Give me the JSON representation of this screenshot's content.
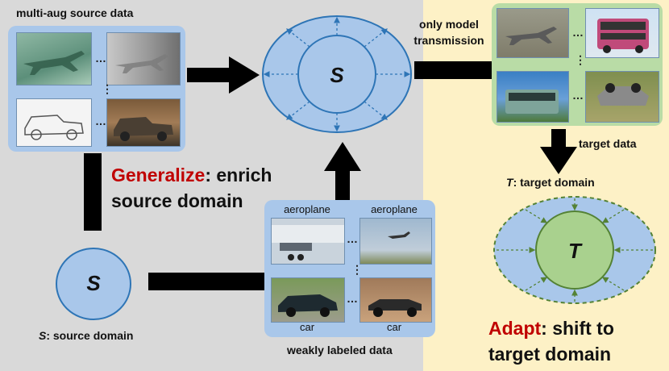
{
  "source_panel": {
    "title": "multi-aug source data"
  },
  "target_panel": {
    "caption": "target data"
  },
  "weak_panel": {
    "caption": "weakly labeled data",
    "labels": [
      "aeroplane",
      "aeroplane",
      "car",
      "car"
    ]
  },
  "transmission": {
    "line1": "only model",
    "line2": "transmission"
  },
  "center_model": {
    "symbol": "S"
  },
  "source_domain": {
    "symbol": "S",
    "caption_sym": "S",
    "caption_text": ": source domain"
  },
  "target_domain": {
    "symbol": "T",
    "title_sym": "T",
    "title_text": ": target domain"
  },
  "generalize": {
    "keyword": "Generalize",
    "rest": ": enrich",
    "line2": "source domain"
  },
  "adapt": {
    "keyword": "Adapt",
    "rest": ": shift to",
    "line2": "target domain"
  },
  "colors": {
    "left_bg": "#d9d9d9",
    "right_bg": "#fdf1c6",
    "blue_panel": "#a9c7ea",
    "green_panel": "#b9dca6",
    "accent_red": "#c00000",
    "ellipse_blue": "#a9c7ea",
    "circle_green": "#a9d18e"
  },
  "icons": {
    "ellipsis": "…",
    "vertical_ellipsis": "⋮"
  }
}
